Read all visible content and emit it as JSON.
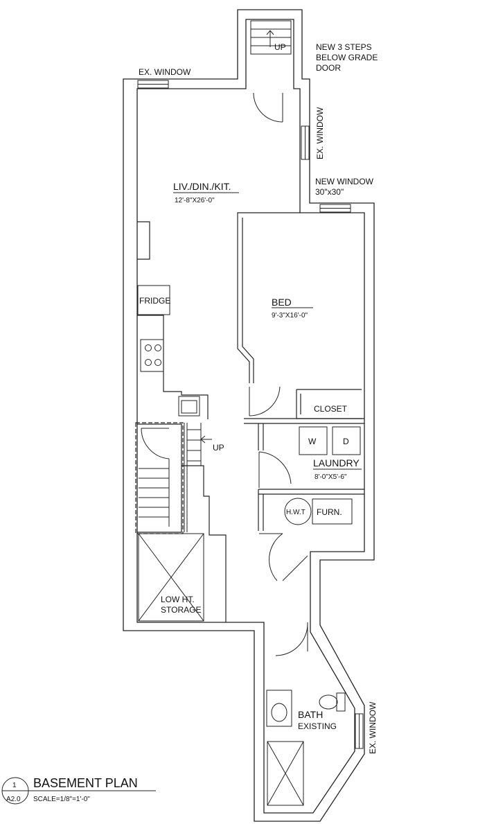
{
  "stair_entry": {
    "up_label": "UP",
    "note": [
      "NEW 3 STEPS",
      "BELOW GRADE",
      "DOOR"
    ]
  },
  "windows": {
    "top_left": "EX. WINDOW",
    "right_upper": "EX. WINDOW",
    "new": [
      "NEW WINDOW",
      "30\"x30\""
    ],
    "bath": "EX. WINDOW"
  },
  "rooms": {
    "living": {
      "name": "LIV./DIN./KIT.",
      "dims": "12'-8\"X26'-0\""
    },
    "bed": {
      "name": "BED",
      "dims": "9'-3\"X16'-0\""
    },
    "closet": {
      "name": "CLOSET"
    },
    "laundry": {
      "name": "LAUNDRY",
      "dims": "8'-0\"X5'-6\""
    },
    "storage": {
      "name": [
        "LOW HT.",
        "STORAGE"
      ]
    },
    "bath": {
      "name": "BATH",
      "note": "EXISTING"
    }
  },
  "fixtures": {
    "fridge": "FRIDGE",
    "washer": "W",
    "dryer": "D",
    "hwt": "H.W.T",
    "furnace": "FURN."
  },
  "interior_stair": {
    "up_label": "UP"
  },
  "title_block": {
    "number": "1",
    "sheet": "A2.0",
    "title": "BASEMENT PLAN",
    "scale": "SCALE=1/8\"=1'-0\""
  }
}
